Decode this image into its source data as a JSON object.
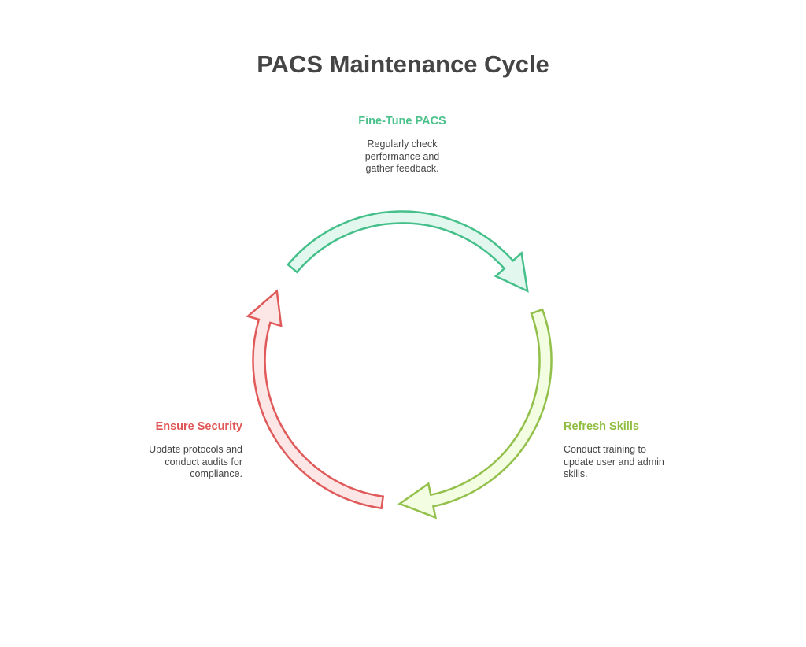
{
  "title": "PACS Maintenance Cycle",
  "steps": [
    {
      "title": "Fine-Tune PACS",
      "description": "Regularly check performance and gather feedback.",
      "stroke": "#45c08a",
      "fill": "#e2f8ee",
      "text_color": "#4bc18b"
    },
    {
      "title": "Refresh Skills",
      "description": "Conduct training to update user and admin skills.",
      "stroke": "#92c04a",
      "fill": "#f3fde2",
      "text_color": "#8fbd3f"
    },
    {
      "title": "Ensure Security",
      "description": "Update protocols and conduct audits for compliance.",
      "stroke": "#e05a5a",
      "fill": "#fde6e6",
      "text_color": "#e05555"
    }
  ]
}
